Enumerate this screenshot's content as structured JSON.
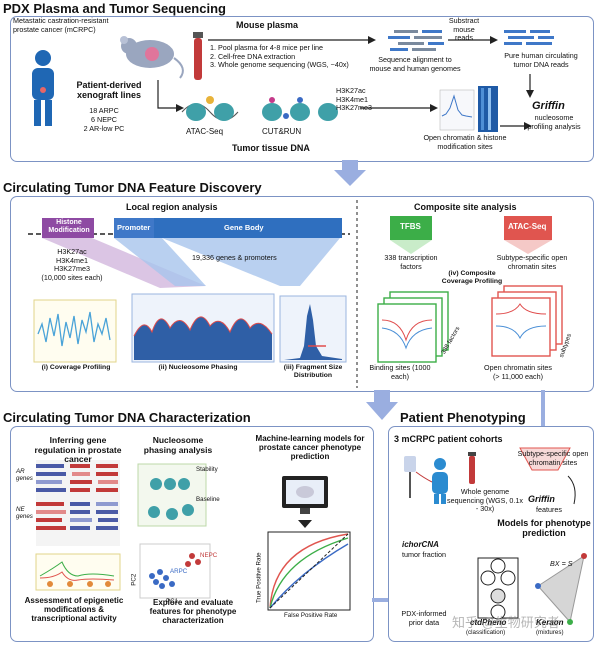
{
  "panel1": {
    "title": "PDX Plasma and Tumor Sequencing",
    "patient_desc": "Metastatic castration-resistant prostate cancer (mCRPC)",
    "xenograft_title": "Patient-derived xenograft lines",
    "lines": [
      "18 ARPC",
      "6 NEPC",
      "2 AR-low PC"
    ],
    "mouse_plasma": "Mouse plasma",
    "steps": [
      "1. Pool plasma for 4-8 mice per line",
      "2. Cell-free DNA extraction",
      "3. Whole genome sequencing (WGS, ~40x)"
    ],
    "alignment": "Sequence alignment to mouse and human genomes",
    "subtract": "Substract mouse reads",
    "pure_reads": "Pure human circulating tumor DNA reads",
    "histone_marks": [
      "H3K27ac",
      "H3K4me1",
      "H3K27me3"
    ],
    "atac": "ATAC-Seq",
    "cutrun": "CUT&RUN",
    "tumor_dna": "Tumor tissue DNA",
    "open_chromatin": "Open chromatin & histone modification sites",
    "griffin": "Griffin",
    "griffin_desc": "nucleosome profiling analysis"
  },
  "panel2": {
    "title": "Circulating Tumor DNA Feature Discovery",
    "local": "Local region analysis",
    "composite": "Composite site analysis",
    "histone_mod": "Histone Modification",
    "promoter": "Promoter",
    "gene_body": "Gene Body",
    "histone_marks": [
      "H3K27ac",
      "H3K4me1",
      "H3K27me3"
    ],
    "sites_each": "(10,000 sites each)",
    "genes_promoters": "19,336 genes & promoters",
    "cap_i": "(i) Coverage Profiling",
    "cap_ii": "(ii) Nucleosome Phasing",
    "cap_iii": "(iii) Fragment Size Distribution",
    "tfbs": "TFBS",
    "tfbs_desc": "338 transcription factors",
    "atac": "ATAC-Seq",
    "atac_desc": "Subtype-specific open chromatin sites",
    "cap_iv": "(iv) Composite Coverage Profiling",
    "binding_sites": "Binding sites (1000 each)",
    "factors": "338 factors",
    "open_sites": "Open chromatin sites (> 11,000 each)",
    "subtypes": "subtypes"
  },
  "panel3": {
    "title": "Circulating Tumor DNA Characterization",
    "infer_title": "Inferring gene regulation in prostate cancer",
    "ar_genes": "AR genes",
    "ne_genes": "NE genes",
    "assessment": "Assessment of epigenetic modifications & transcriptional activity",
    "phasing_title": "Nucleosome phasing analysis",
    "stability": "Stability",
    "baseline": "Baseline",
    "nepc": "NEPC",
    "arpc": "ARPC",
    "pc1": "PC1",
    "pc2": "PC2",
    "explore": "Explore and evaluate features for phenotype characterization",
    "ml_title": "Machine-learning models for prostate cancer phenotype prediction",
    "tpr": "True Positive Rate",
    "fpr": "False Positive Rate"
  },
  "panel4": {
    "title": "Patient Phenotyping",
    "cohorts": "3 mCRPC patient cohorts",
    "wgs": "Whole genome sequencing (WGS, 0.1x - 30x)",
    "subtype_sites": "Subtype-specific open chromatin sites",
    "griffin": "Griffin",
    "features": "features",
    "models": "Models for phenotype prediction",
    "ichor": "ichorCNA",
    "tumor_fraction": "tumor fraction",
    "pdx_prior": "PDX-informed prior data",
    "ctdpheno": "ctdPheno",
    "classification": "(classification)",
    "keraon": "Keraon",
    "mixture": "(mixtures)",
    "equation": "BX = S",
    "watermark": "知乎 @生物研究者"
  },
  "colors": {
    "panel_border": "#7c93c4",
    "arrow": "#9aaee0",
    "histone": "#8e4aa3",
    "promoter": "#3f78c8",
    "gene_body": "#2f6fbf",
    "tfbs": "#3cae48",
    "atac": "#e0554f",
    "coverage": "#4aa3d8"
  }
}
